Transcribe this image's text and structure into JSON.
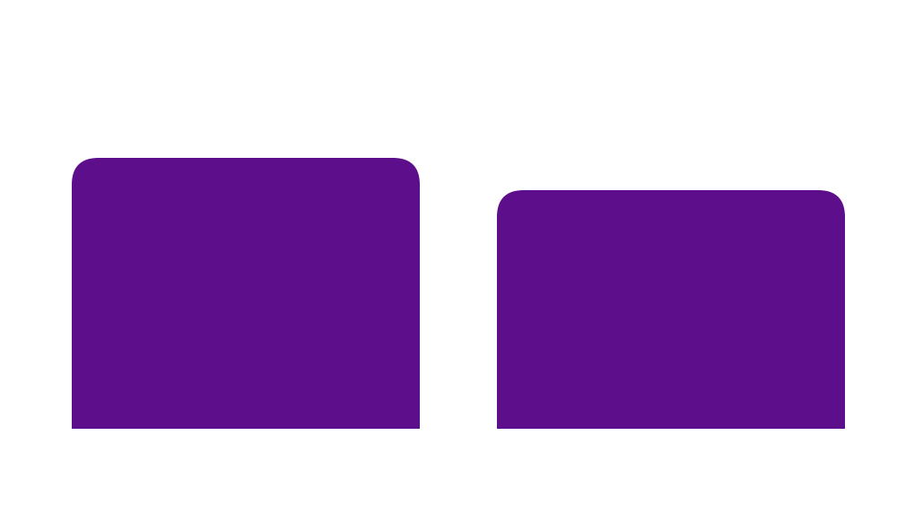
{
  "chart_data": {
    "type": "bar",
    "categories": [
      "",
      ""
    ],
    "values": [
      302,
      266
    ],
    "ylim": [
      0,
      302
    ],
    "grid": false,
    "legend": "none",
    "bar_color": "#5C0E8B"
  }
}
